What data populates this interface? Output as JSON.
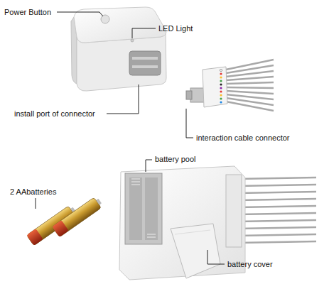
{
  "diagram": {
    "labels": [
      "Power Button",
      "LED Light",
      "install port of connector",
      "interaction cable connector",
      "2 AAbatteries",
      "battery pool",
      "battery cover"
    ]
  }
}
